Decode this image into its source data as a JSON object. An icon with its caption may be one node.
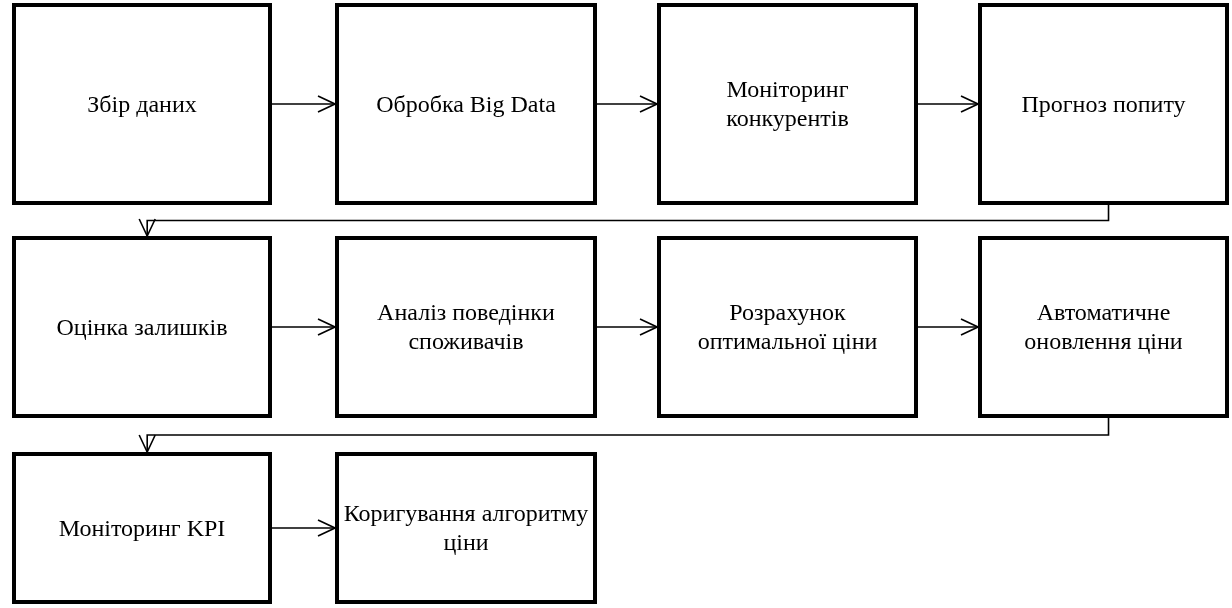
{
  "diagram": {
    "nodes": [
      {
        "text": [
          "Збір даних"
        ]
      },
      {
        "text": [
          "Обробка Big Data"
        ]
      },
      {
        "text": [
          "Моніторинг конкурентів"
        ]
      },
      {
        "text": [
          "Прогноз попиту"
        ]
      },
      {
        "text": [
          "Оцінка залишків"
        ]
      },
      {
        "text": [
          "Аналіз поведінки споживачів"
        ]
      },
      {
        "text": [
          "Розрахунок оптимальної ціни"
        ]
      },
      {
        "text": [
          "Автоматичне оновлення ціни"
        ]
      },
      {
        "text": [
          "Моніторинг KPI"
        ]
      },
      {
        "text": [
          "Коригування алгоритму ціни"
        ]
      }
    ],
    "edges": [
      {
        "from": 0,
        "to": 1,
        "arrow": "to"
      },
      {
        "from": 1,
        "to": 2,
        "arrow": "to"
      },
      {
        "from": 2,
        "to": 3,
        "arrow": "to"
      },
      {
        "from": 3,
        "to": 4,
        "arrow": "to"
      },
      {
        "from": 4,
        "to": 5,
        "arrow": "to"
      },
      {
        "from": 5,
        "to": 6,
        "arrow": "to"
      },
      {
        "from": 6,
        "to": 7,
        "arrow": "to"
      },
      {
        "from": 7,
        "to": 8,
        "arrow": "to"
      },
      {
        "from": 8,
        "to": 9,
        "arrow": "to"
      }
    ]
  }
}
